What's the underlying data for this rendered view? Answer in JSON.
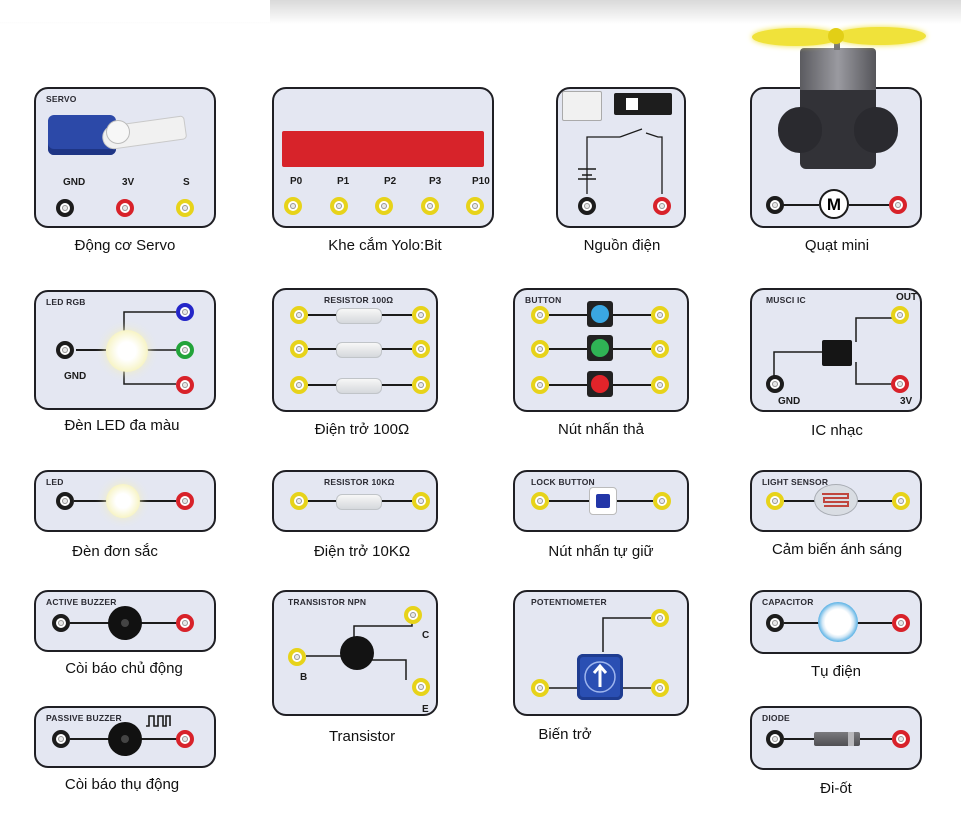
{
  "modules": {
    "servo": {
      "title": "SERVO",
      "gnd": "GND",
      "v3": "3V",
      "s": "S",
      "caption": "Động cơ Servo"
    },
    "yolobit": {
      "pins": [
        "P0",
        "P1",
        "P2",
        "P3",
        "P10"
      ],
      "caption": "Khe cắm Yolo:Bit"
    },
    "power": {
      "caption": "Nguồn điện"
    },
    "fan": {
      "motor_symbol": "M",
      "caption": "Quạt mini"
    },
    "led_rgb": {
      "title": "LED RGB",
      "gnd": "GND",
      "caption": "Đèn LED đa màu"
    },
    "resistor100": {
      "title": "RESISTOR 100Ω",
      "caption": "Điện trở 100Ω"
    },
    "buttons": {
      "title": "BUTTON",
      "caption": "Nút nhấn thả"
    },
    "music_ic": {
      "title": "MUSCI IC",
      "out": "OUT",
      "gnd": "GND",
      "v3": "3V",
      "caption": "IC nhạc"
    },
    "led": {
      "title": "LED",
      "caption": "Đèn đơn sắc"
    },
    "resistor10k": {
      "title": "RESISTOR 10KΩ",
      "caption": "Điện trở 10KΩ"
    },
    "lock_button": {
      "title": "LOCK BUTTON",
      "caption": "Nút nhấn tự giữ"
    },
    "light_sensor": {
      "title": "LIGHT SENSOR",
      "caption": "Cảm biến ánh sáng"
    },
    "active_buzzer": {
      "title": "ACTIVE BUZZER",
      "caption": "Còi báo chủ động"
    },
    "transistor": {
      "title": "TRANSISTOR NPN",
      "c": "C",
      "b": "B",
      "e": "E",
      "caption": "Transistor"
    },
    "potentiometer": {
      "title": "POTENTIOMETER",
      "caption": "Biến trở"
    },
    "capacitor": {
      "title": "CAPACITOR",
      "caption": "Tụ điện"
    },
    "passive_buzzer": {
      "title": "PASSIVE BUZZER",
      "caption": "Còi báo thụ động"
    },
    "diode": {
      "title": "DIODE",
      "caption": "Đi-ốt"
    }
  },
  "colors": {
    "board": "#e4e7f2",
    "border": "#1f1f24",
    "pin_yellow": "#e7d31a",
    "pin_red": "#d8222a",
    "pin_black": "#1c1c1c",
    "led_red": "#d0202a"
  }
}
